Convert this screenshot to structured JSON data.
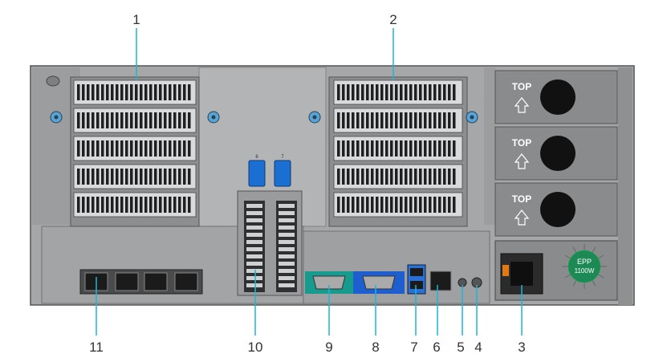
{
  "callouts": [
    {
      "num": "1"
    },
    {
      "num": "2"
    },
    {
      "num": "3"
    },
    {
      "num": "4"
    },
    {
      "num": "5"
    },
    {
      "num": "6"
    },
    {
      "num": "7"
    },
    {
      "num": "8"
    },
    {
      "num": "9"
    },
    {
      "num": "10"
    },
    {
      "num": "11"
    }
  ],
  "psu_bays": [
    {
      "label": "TOP"
    },
    {
      "label": "TOP"
    },
    {
      "label": "TOP"
    }
  ],
  "psu_badge": {
    "line1": "EPP",
    "line2": "1100W"
  },
  "slot_numbers": {
    "left_riser": [
      "6",
      "7"
    ]
  },
  "colors": {
    "chassis": "#a9aaab",
    "chassis_dark": "#6c6d6e",
    "callout_line": "#1eb4d6",
    "release_tab": "#1a6fd1",
    "serial_port": "#179b8e",
    "vga_port": "#1d5fcf",
    "usb": "#2a6fd4",
    "badge": "#1d8a55"
  }
}
